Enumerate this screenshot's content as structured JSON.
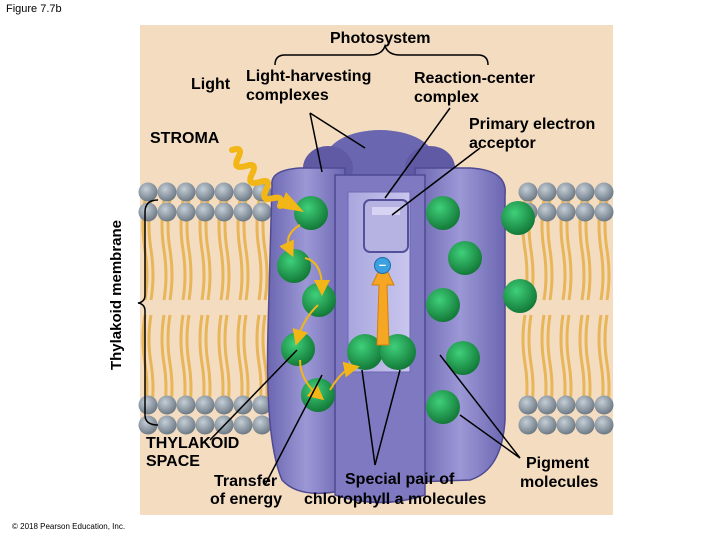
{
  "figure_label": "Figure 7.7b",
  "copyright": "© 2018 Pearson Education, Inc.",
  "labels": {
    "photosystem": "Photosystem",
    "light": "Light",
    "light_harvesting_1": "Light-harvesting",
    "light_harvesting_2": "complexes",
    "reaction_center_1": "Reaction-center",
    "reaction_center_2": "complex",
    "primary_acceptor_1": "Primary electron",
    "primary_acceptor_2": "acceptor",
    "stroma": "STROMA",
    "thylakoid_membrane": "Thylakoid membrane",
    "thylakoid_space_1": "THYLAKOID",
    "thylakoid_space_2": "SPACE",
    "transfer_1": "Transfer",
    "transfer_2": "of energy",
    "special_pair_1": "Special pair of",
    "special_pair_2": "chlorophyll a molecules",
    "pigment_1": "Pigment",
    "pigment_2": "molecules",
    "electron_symbol": "–"
  },
  "colors": {
    "background": "#f3dcc0",
    "lipid_head": "#8a97a2",
    "lipid_tail": "#e8b559",
    "protein": "#8b86c9",
    "protein_dark": "#5f5aa3",
    "chlorophyll": "#1f9e4e",
    "arrow_energy": "#f2b616",
    "electron_arrow": "#f5a623"
  }
}
